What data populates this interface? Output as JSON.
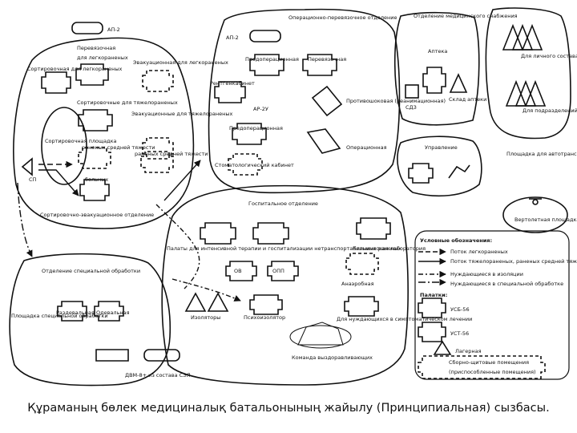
{
  "caption": "Құраманың бөлек медициналық батальонының жайылу (Принципиальная) сызбасы.",
  "labels": {
    "ap2_left": "АП-2",
    "ap2_mid": "АП-2",
    "perevyazochnaya": "Перевязочная",
    "dlya_legkoranenyh": "для легкораненых",
    "evak_dlya_legkoranenyh": "Эвакуационная для легкораненых",
    "sort_legkoranenyh": "Сортировочная для легкораненых",
    "sort_tyazhelo": "Сортировочные для тяжелораненых",
    "evak_tyazhelo": "Эвакуационные для тяжелораненых",
    "ranenyh_sredney": "раненых средней тяжести",
    "ranenyh_sredney_2": "раненых средней тяжести",
    "bolnyh": "больных",
    "sort_ploshadka": "Сортировочная площадка",
    "sp": "СП",
    "sort_evak_otdelenie": "Сортировочно-эвакуационное отделение",
    "oper_perev_otdelenie": "Операционно-перевязочное отделение",
    "predoperacionnaya": "Предоперационная",
    "perevyazochnaya_2": "Перевязочная",
    "rentgenkabinet": "Рентгенкабинет",
    "ar2u": "АР-2У",
    "protivoshokovaya": "Противошоковая (реанимационная)",
    "predoperacionnaya_2": "Предоперационная",
    "operacionnaya": "Операционная",
    "stomatolog": "Стоматологический кабинет",
    "otdelenie_snabzheniya": "Отделение медицинского снабжения",
    "apteka": "Аптека",
    "sklad_apteki": "Склад аптеки",
    "sdz": "СДЗ",
    "upravlenie": "Управление",
    "dlya_lichnogo": "Для личного состава",
    "dlya_podrazdeleniy": "Для подразделений обеспечения и обслуживания",
    "ploshadka_avto": "Площадка для автотранспорта",
    "vertoletnaya": "Вертолетная площадка",
    "gospitalnoe": "Госпитальное отделение",
    "palaty": "Палаты для интенсивной терапии и госпитализации нетранспортабельных раненых",
    "ov": "ОВ",
    "opp": "ОПП",
    "klinicheskaya": "Клиническая лаборатория",
    "anaerobnaya": "Анаэробная",
    "izolyatory": "Изоляторы",
    "psihoizolyator": "Психоизолятор",
    "dlya_nuzhdayushihsya": "Для нуждающихся в симптоматическом лечении",
    "komanda": "Команда выздоравливающих",
    "otdelenie_specobrabotki": "Отделение специальной обработки",
    "ploshadka_specobrabotki": "Площадка специальной обработки",
    "razdevalnaya": "Раздевальная",
    "odevalnaya": "Одевальная",
    "dvm": "ДВМ-8+ из состава СЭЛ"
  },
  "legend": {
    "title": "Условные обозначения:",
    "items": [
      "Поток легкораненых",
      "Поток тяжелораненых, раненых средней тяжести и больных",
      "Нуждающиеся в изоляции",
      "Нуждающиеся в специальной обработке"
    ],
    "tents_title": "Палатки:",
    "tents": [
      "УСБ-56",
      "УСТ-56",
      "Лагерная",
      "Сборно-щитовые помещения"
    ],
    "tents_note": "(приспособленные помещения)"
  }
}
